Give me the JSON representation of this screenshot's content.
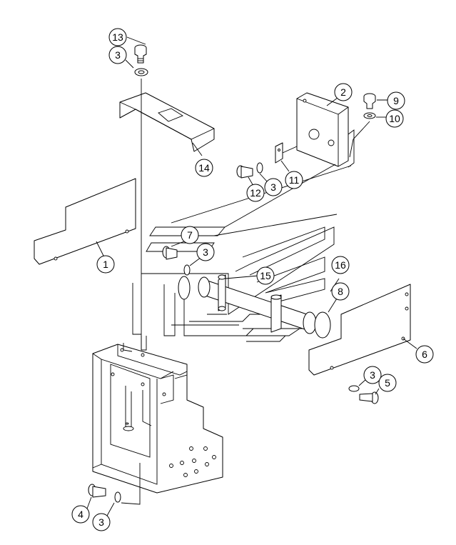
{
  "callouts": [
    {
      "id": "c1",
      "label": "1"
    },
    {
      "id": "c2",
      "label": "2"
    },
    {
      "id": "c3a",
      "label": "3"
    },
    {
      "id": "c3b",
      "label": "3"
    },
    {
      "id": "c3c",
      "label": "3"
    },
    {
      "id": "c3d",
      "label": "3"
    },
    {
      "id": "c3e",
      "label": "3"
    },
    {
      "id": "c4",
      "label": "4"
    },
    {
      "id": "c5",
      "label": "5"
    },
    {
      "id": "c6",
      "label": "6"
    },
    {
      "id": "c7",
      "label": "7"
    },
    {
      "id": "c8",
      "label": "8"
    },
    {
      "id": "c9",
      "label": "9"
    },
    {
      "id": "c10",
      "label": "10"
    },
    {
      "id": "c11",
      "label": "11"
    },
    {
      "id": "c12",
      "label": "12"
    },
    {
      "id": "c13",
      "label": "13"
    },
    {
      "id": "c14",
      "label": "14"
    },
    {
      "id": "c15",
      "label": "15"
    },
    {
      "id": "c16",
      "label": "16"
    }
  ]
}
